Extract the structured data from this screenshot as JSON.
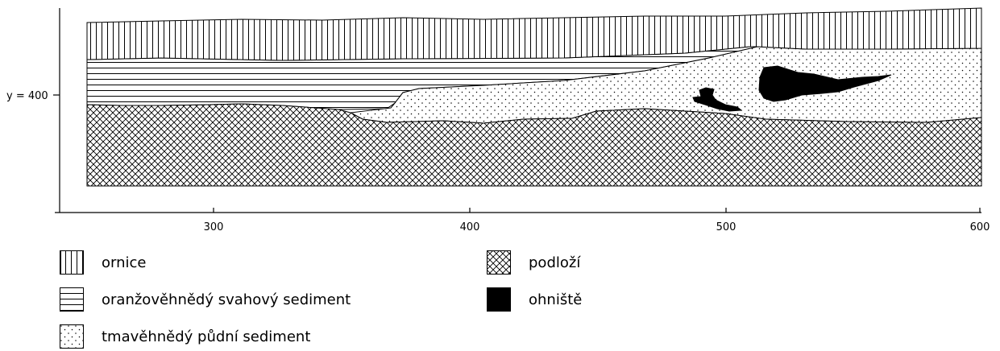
{
  "axes": {
    "y_marker_label": "y = 400",
    "x_ticks": [
      "300",
      "400",
      "500",
      "600"
    ]
  },
  "legend": {
    "omice": "ornice",
    "svah": "oranžověhnědý svahový sediment",
    "tmave": "tmavěhnědý půdní sediment",
    "podlozi": "podloží",
    "ohniste": "ohniště"
  }
}
